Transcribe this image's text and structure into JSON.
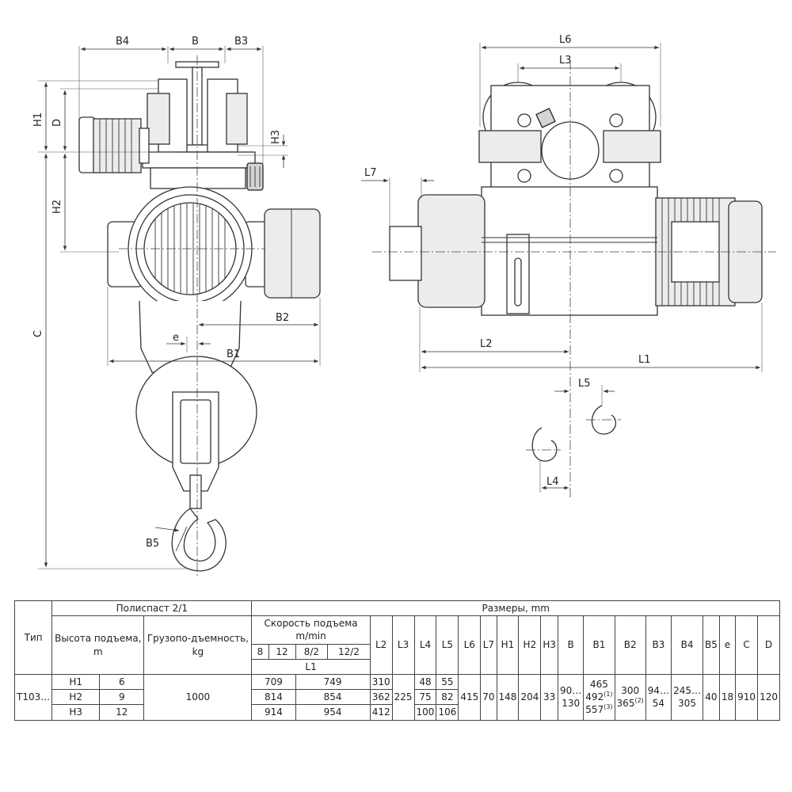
{
  "labels": {
    "b4": "B4",
    "b": "B",
    "b3": "B3",
    "h1": "H1",
    "d": "D",
    "h3": "H3",
    "h2": "H2",
    "c": "C",
    "e": "e",
    "b2": "B2",
    "b1": "B1",
    "b5": "B5",
    "l6": "L6",
    "l3": "L3",
    "l7": "L7",
    "l2": "L2",
    "l1": "L1",
    "l5": "L5",
    "l4": "L4"
  },
  "table": {
    "type_header": "Тип",
    "polispast": "Полиспаст 2/1",
    "dimensions_header": "Размеры, mm",
    "lift_height": "Высота подъема, m",
    "capacity": "Грузопо-дъемность, kg",
    "speed": "Скорость подъема m/min",
    "speeds": [
      "8",
      "12",
      "8/2",
      "12/2"
    ],
    "l1_sub": "L1",
    "dim_cols": [
      "L2",
      "L3",
      "L4",
      "L5",
      "L6",
      "L7",
      "H1",
      "H2",
      "H3",
      "B",
      "B1",
      "B2",
      "B3",
      "B4",
      "B5",
      "e",
      "C",
      "D"
    ],
    "type_value": "T103…",
    "capacity_value": "1000",
    "rows": [
      {
        "h": "H1",
        "height": "6",
        "l1a": "709",
        "l1b": "749",
        "l2": "310",
        "l4": "48",
        "l5": "55"
      },
      {
        "h": "H2",
        "height": "9",
        "l1a": "814",
        "l1b": "854",
        "l2": "362",
        "l4": "75",
        "l5": "82"
      },
      {
        "h": "H3",
        "height": "12",
        "l1a": "914",
        "l1b": "954",
        "l2": "412",
        "l4": "100",
        "l5": "106"
      }
    ],
    "common": {
      "l3": "225",
      "l6": "415",
      "l7": "70",
      "h1": "148",
      "h2": "204",
      "h3": "33",
      "b_top": "90…",
      "b_bot": "130",
      "b1_a": "465",
      "b1_b": "492",
      "b1_b_note": "(1)",
      "b1_c": "557",
      "b1_c_note": "(3)",
      "b2_a": "300",
      "b2_b": "365",
      "b2_b_note": "(2)",
      "b3_top": "94…",
      "b3_bot": "54",
      "b4_top": "245…",
      "b4_bot": "305",
      "b5": "40",
      "e": "18",
      "c": "910",
      "d": "120"
    }
  }
}
